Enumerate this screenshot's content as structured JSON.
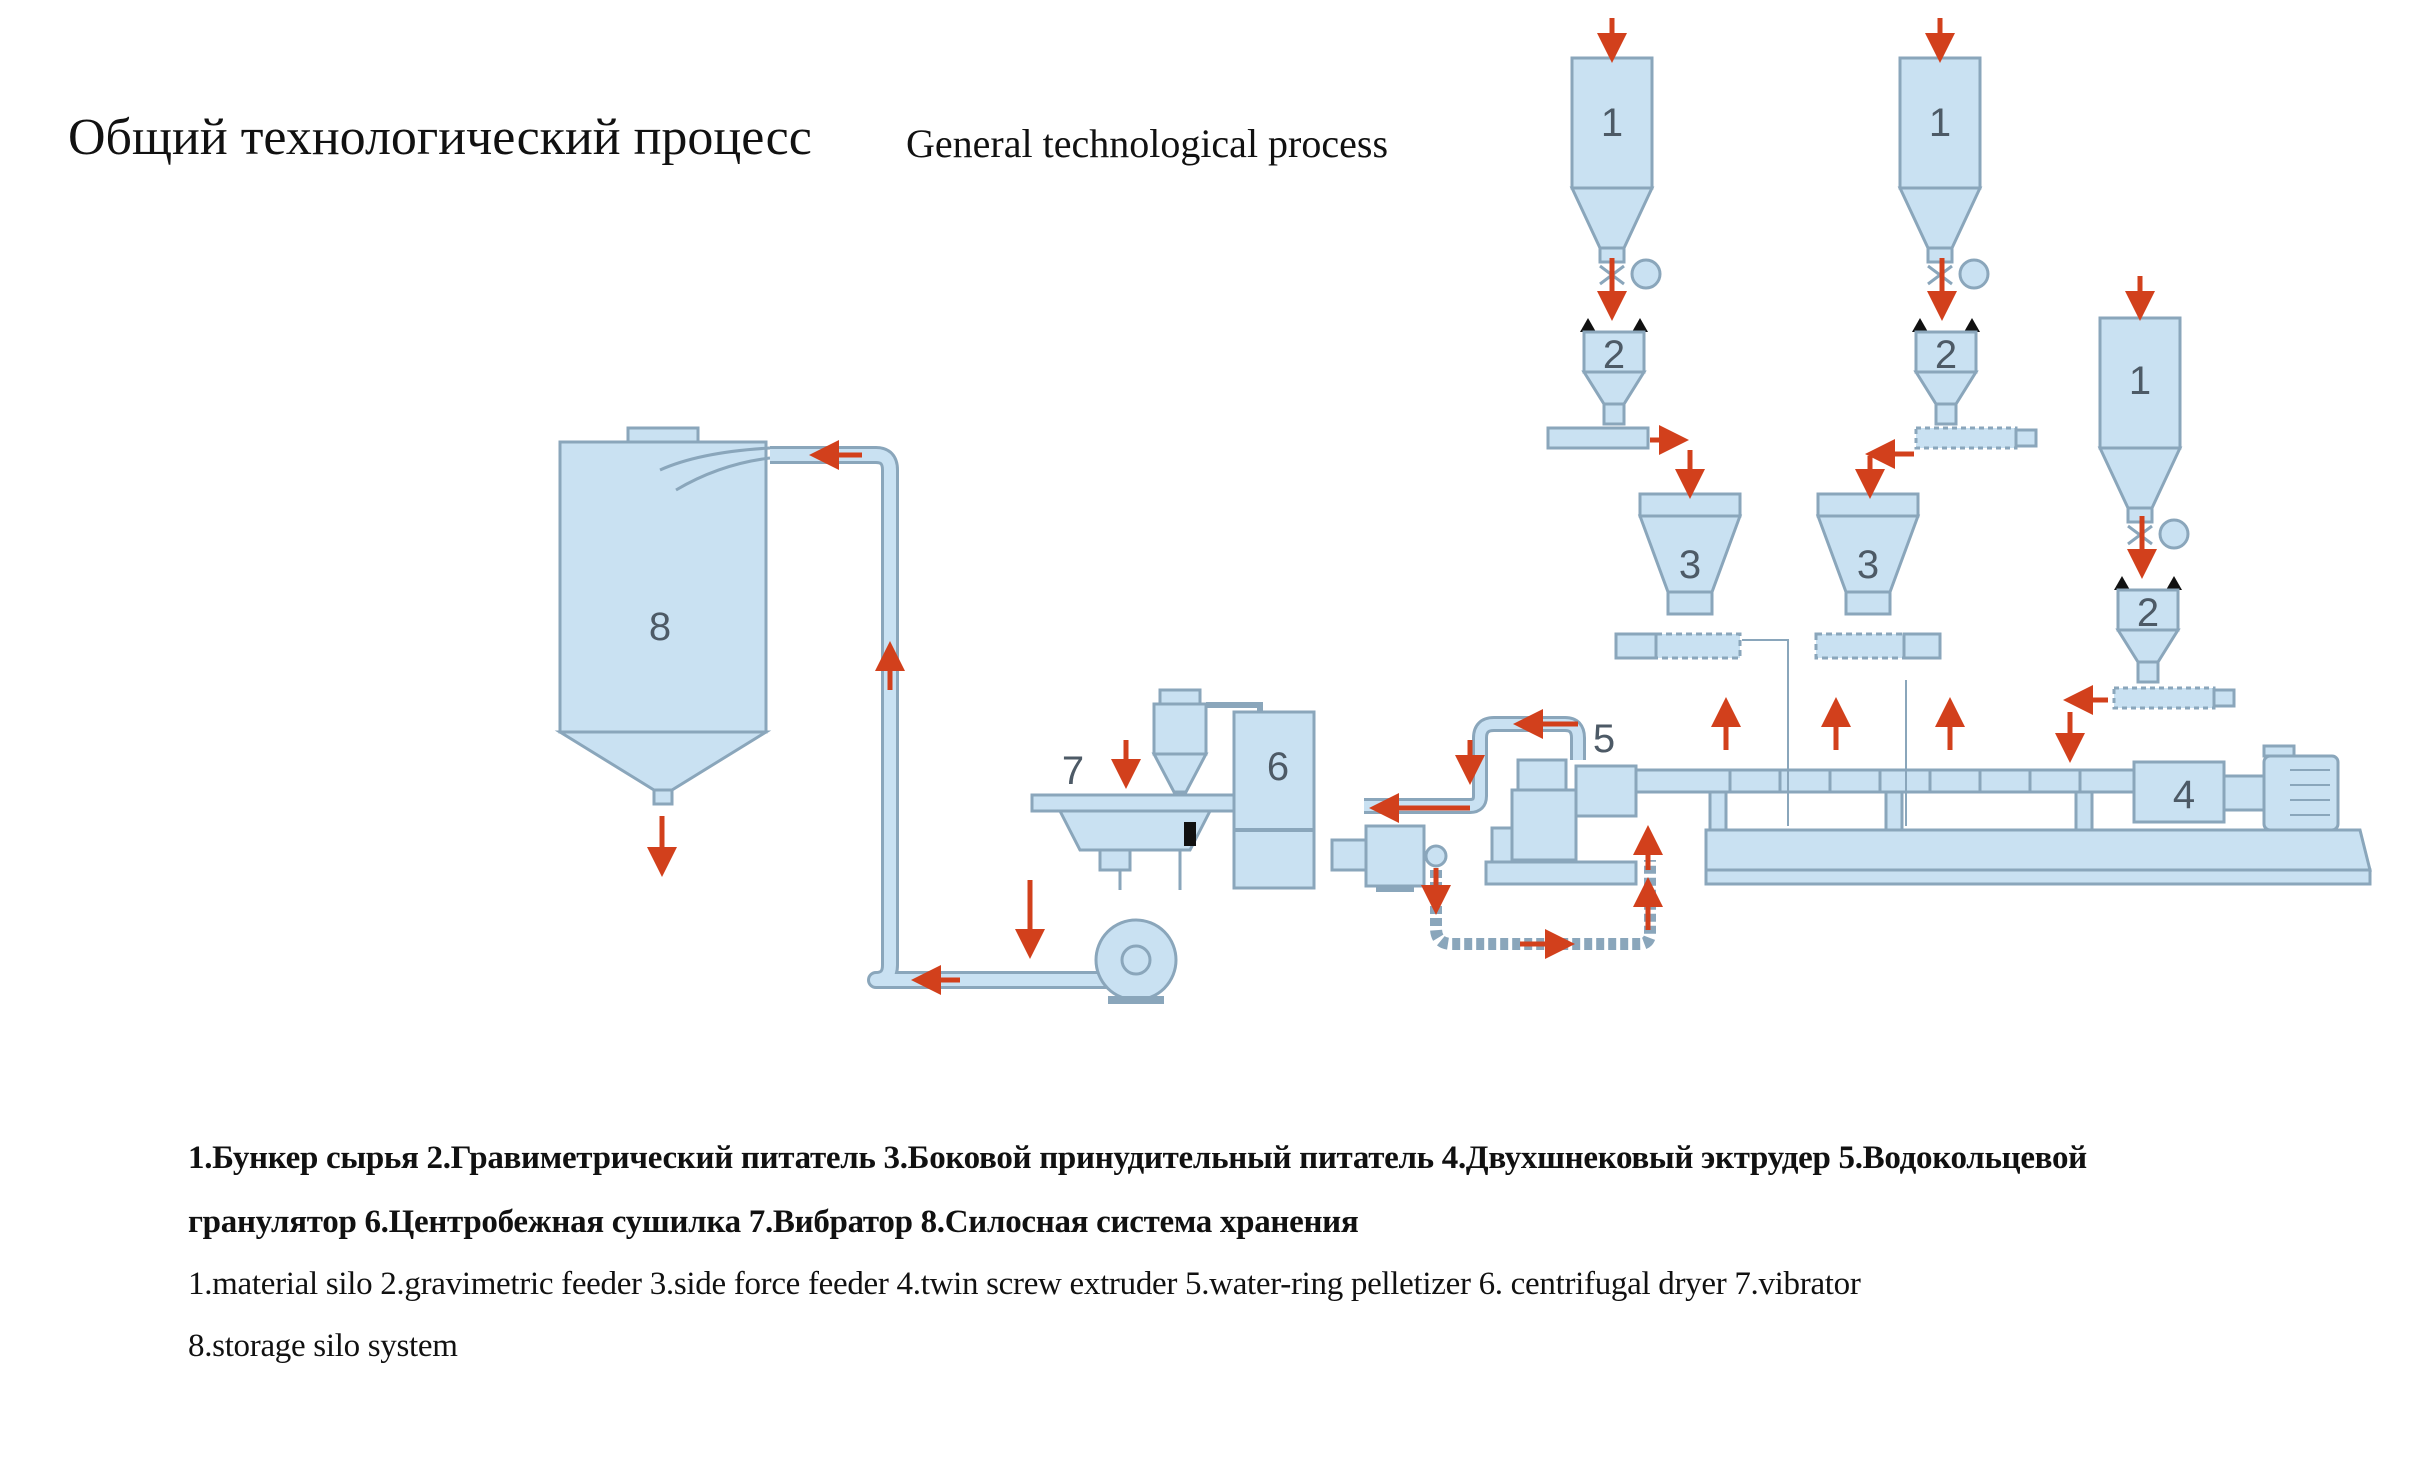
{
  "title_ru": "Общий технологический процесс",
  "title_en": "General technological process",
  "legend_ru_line1": "1.Бункер сырья   2.Гравиметрический питатель  3.Боковой принудительный питатель  4.Двухшнековый эктрудер  5.Водокольцевой",
  "legend_ru_line2": "гранулятор  6.Центробежная сушилка  7.Вибратор  8.Силосная система хранения",
  "legend_en_line1": "1.material silo  2.gravimetric feeder  3.side force feeder  4.twin screw extruder  5.water-ring pelletizer  6. centrifugal dryer  7.vibrator",
  "legend_en_line2": "8.storage silo system",
  "equipment_labels": {
    "material_silo": "1",
    "gravimetric_feeder": "2",
    "side_force_feeder": "3",
    "twin_screw_extruder": "4",
    "water_ring_pelletizer": "5",
    "centrifugal_dryer": "6",
    "vibrator": "7",
    "storage_silo": "8"
  },
  "colors": {
    "equipment_fill": "#c9e1f2",
    "equipment_stroke": "#8aa6bb",
    "flow_arrow": "#d2401c"
  }
}
